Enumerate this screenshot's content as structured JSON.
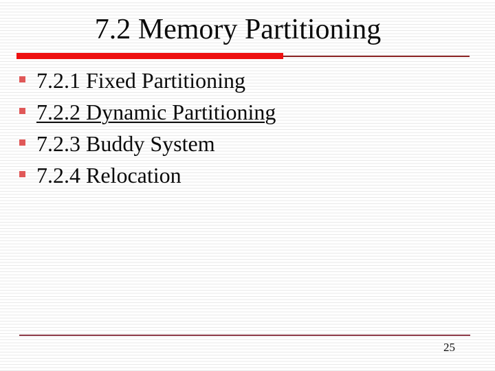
{
  "slide": {
    "title": "7.2 Memory Partitioning",
    "bullets": [
      {
        "label": "7.2.1 Fixed Partitioning",
        "underlined": false
      },
      {
        "label": "7.2.2 Dynamic Partitioning",
        "underlined": true
      },
      {
        "label": "7.2.3 Buddy System",
        "underlined": false
      },
      {
        "label": "7.2.4 Relocation",
        "underlined": false
      }
    ],
    "page_number": "25",
    "colors": {
      "title_rule_thick": "#ee1010",
      "title_rule_thin": "#8c2525",
      "bullet_square": "#e05858",
      "footer_rule": "#8c3845",
      "background_stripe": "#e9e9e9"
    }
  }
}
